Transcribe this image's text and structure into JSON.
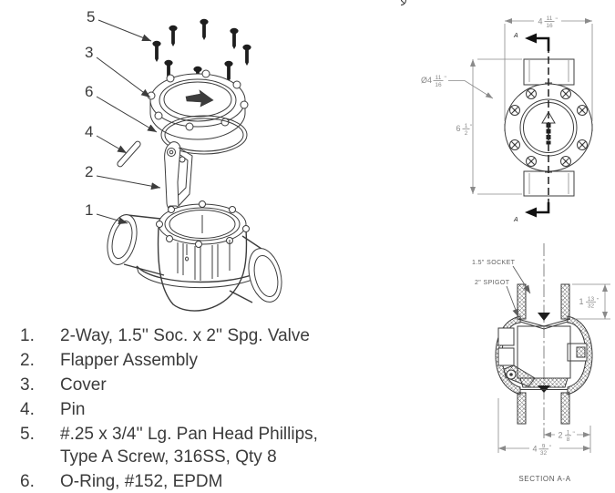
{
  "exploded_view": {
    "callouts": [
      "5",
      "3",
      "6",
      "4",
      "2",
      "1"
    ]
  },
  "parts_list": {
    "items": [
      {
        "num": "1.",
        "line1": "2-Way, 1.5'' Soc. x 2'' Spg. Valve"
      },
      {
        "num": "2.",
        "line1": "Flapper Assembly"
      },
      {
        "num": "3.",
        "line1": "Cover"
      },
      {
        "num": "4.",
        "line1": "Pin"
      },
      {
        "num": "5.",
        "line1": "#.25 x 3/4'' Lg. Pan Head Phillips,",
        "line2": "Type A Screw, 316SS, Qty 8"
      },
      {
        "num": "6.",
        "line1": "O-Ring, #152, EPDM"
      }
    ]
  },
  "top_view": {
    "width_dim": {
      "whole": "4",
      "num": "11",
      "den": "16",
      "unit": "\""
    },
    "dia_dim": {
      "prefix": "Ø4",
      "num": "11",
      "den": "16",
      "unit": "\""
    },
    "height_dim": {
      "whole": "6",
      "num": "1",
      "den": "2",
      "unit": "\""
    },
    "section_label": "A"
  },
  "section_view": {
    "socket_label": "1.5\" SOCKET",
    "spigot_label": "2\" SPIGOT",
    "depth_dim": {
      "whole": "1",
      "num": "13",
      "den": "32",
      "unit": "\""
    },
    "half_dim": {
      "whole": "2",
      "num": "1",
      "den": "8",
      "unit": "\""
    },
    "width_dim": {
      "whole": "4",
      "num": "9",
      "den": "32",
      "unit": "\""
    },
    "caption": "SECTION A-A"
  }
}
